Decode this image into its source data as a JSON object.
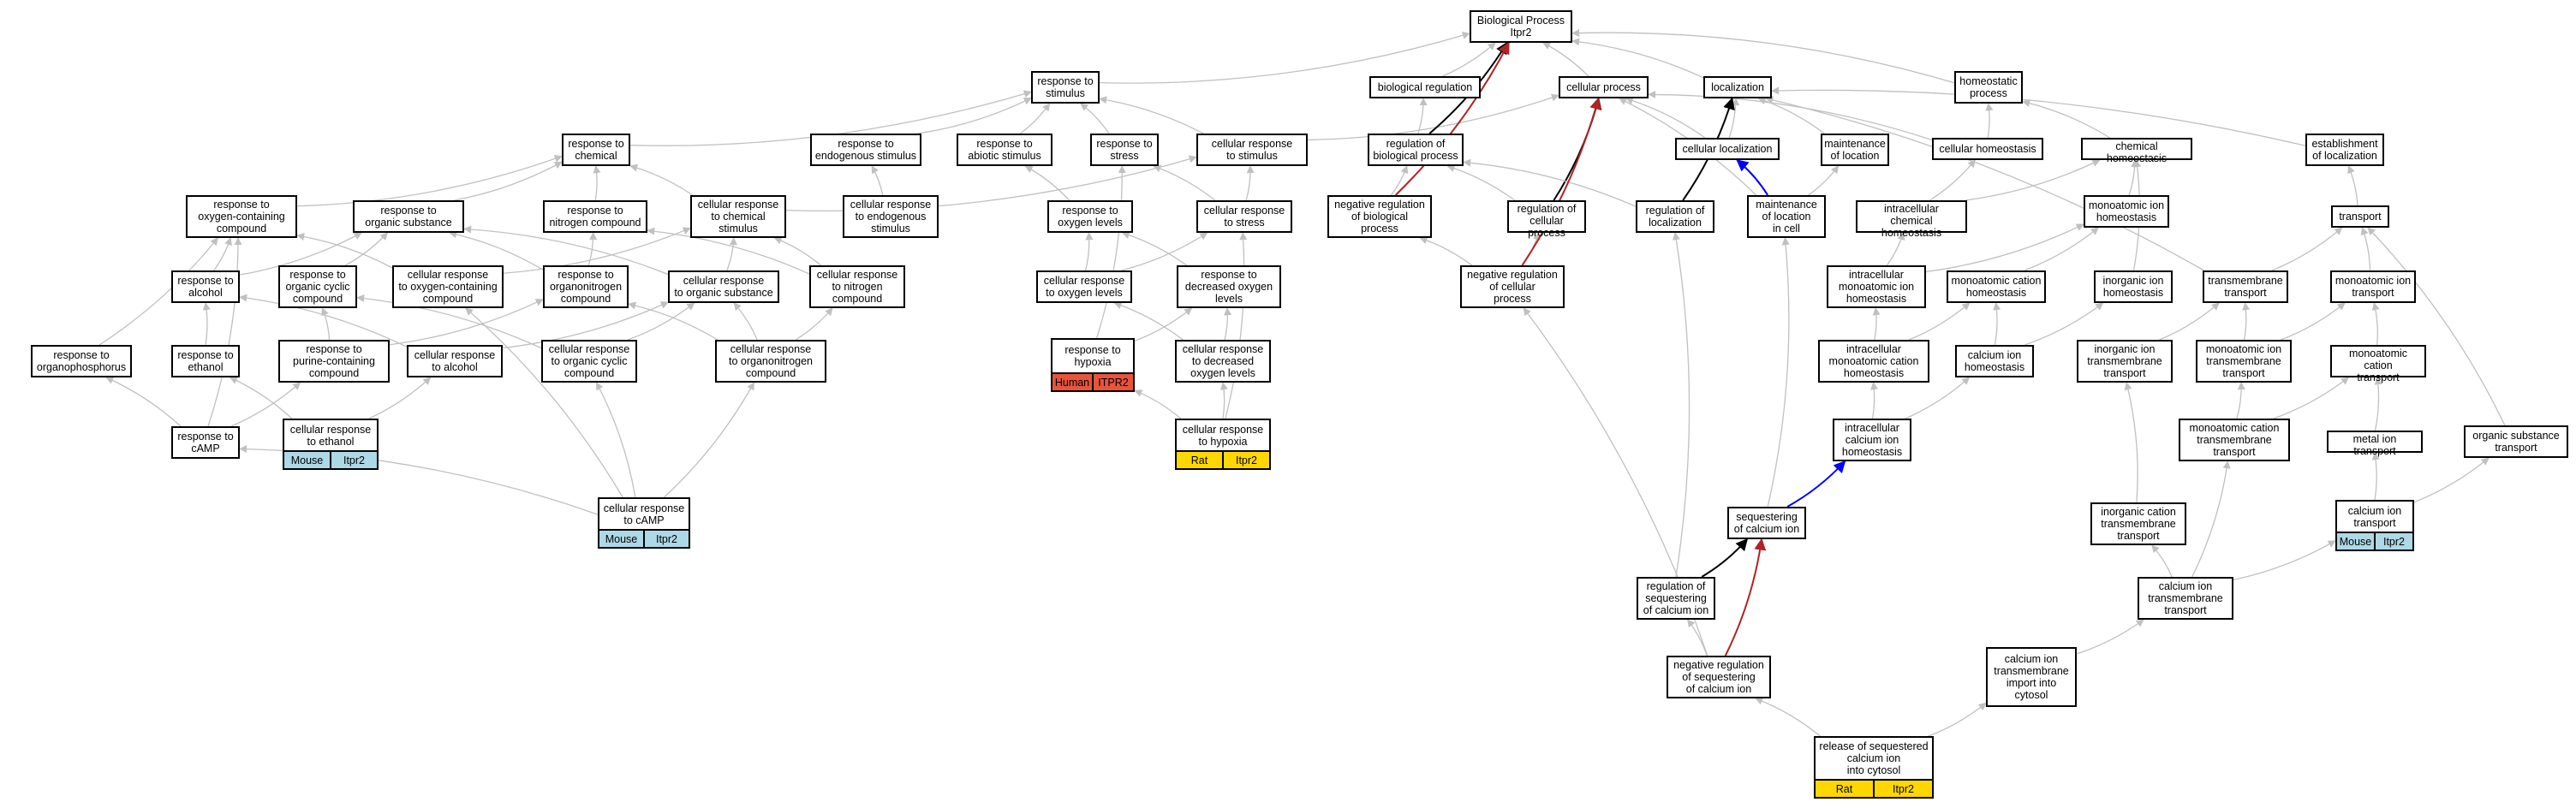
{
  "annotation_colors": {
    "Mouse": "#add8e6",
    "Rat": "#ffd700",
    "Human": "#e8533c"
  },
  "edge_colors": {
    "default": "#c0c0c0",
    "black": "#000000",
    "blue": "#0000ff",
    "red": "#b22222"
  },
  "nodes": [
    {
      "id": "bp",
      "label": "Biological Process\nItpr2"
    },
    {
      "id": "rstim",
      "label": "response to\nstimulus"
    },
    {
      "id": "breg",
      "label": "biological regulation"
    },
    {
      "id": "cproc",
      "label": "cellular process"
    },
    {
      "id": "loc",
      "label": "localization"
    },
    {
      "id": "homeo",
      "label": "homeostatic\nprocess"
    },
    {
      "id": "rchem",
      "label": "response to\nchemical"
    },
    {
      "id": "rendo",
      "label": "response to\nendogenous stimulus"
    },
    {
      "id": "rabio",
      "label": "response to\nabiotic stimulus"
    },
    {
      "id": "rstress",
      "label": "response to\nstress"
    },
    {
      "id": "crstim",
      "label": "cellular response\nto stimulus"
    },
    {
      "id": "regbp",
      "label": "regulation of\nbiological process"
    },
    {
      "id": "cloc",
      "label": "cellular localization"
    },
    {
      "id": "mloc",
      "label": "maintenance\nof location"
    },
    {
      "id": "chomeo",
      "label": "cellular homeostasis"
    },
    {
      "id": "chemhomeo",
      "label": "chemical homeostasis"
    },
    {
      "id": "estloc",
      "label": "establishment\nof localization"
    },
    {
      "id": "roxy",
      "label": "response to\noxygen-containing\ncompound"
    },
    {
      "id": "rorg",
      "label": "response to\norganic substance"
    },
    {
      "id": "rnitro",
      "label": "response to\nnitrogen compound"
    },
    {
      "id": "crchem",
      "label": "cellular response\nto chemical\nstimulus"
    },
    {
      "id": "crendo",
      "label": "cellular response\nto endogenous\nstimulus"
    },
    {
      "id": "roxlev",
      "label": "response to\noxygen levels"
    },
    {
      "id": "crstress",
      "label": "cellular response\nto stress"
    },
    {
      "id": "nregbp",
      "label": "negative regulation\nof biological\nprocess"
    },
    {
      "id": "regcp",
      "label": "regulation of\ncellular process"
    },
    {
      "id": "regloc",
      "label": "regulation of\nlocalization"
    },
    {
      "id": "mloccell",
      "label": "maintenance\nof location\nin cell"
    },
    {
      "id": "icchomeo",
      "label": "intracellular\nchemical homeostasis"
    },
    {
      "id": "maihomeo",
      "label": "monoatomic ion\nhomeostasis"
    },
    {
      "id": "transport",
      "label": "transport"
    },
    {
      "id": "ralc",
      "label": "response to\nalcohol"
    },
    {
      "id": "rocyc",
      "label": "response to\norganic cyclic\ncompound"
    },
    {
      "id": "croxy",
      "label": "cellular response\nto oxygen-containing\ncompound"
    },
    {
      "id": "rorgn",
      "label": "response to\norganonitrogen\ncompound"
    },
    {
      "id": "crorg",
      "label": "cellular response\nto organic substance"
    },
    {
      "id": "crnitro",
      "label": "cellular response\nto nitrogen\ncompound"
    },
    {
      "id": "croxlev",
      "label": "cellular response\nto oxygen levels"
    },
    {
      "id": "rdecox",
      "label": "response to\ndecreased oxygen\nlevels"
    },
    {
      "id": "nregcp",
      "label": "negative regulation\nof cellular\nprocess"
    },
    {
      "id": "imchomeo",
      "label": "intracellular\nmonoatomic ion\nhomeostasis"
    },
    {
      "id": "macathomeo",
      "label": "monoatomic cation\nhomeostasis"
    },
    {
      "id": "inionhomeo",
      "label": "inorganic ion\nhomeostasis"
    },
    {
      "id": "tmtrans",
      "label": "transmembrane\ntransport"
    },
    {
      "id": "maitrans",
      "label": "monoatomic ion\ntransport"
    },
    {
      "id": "rorgphos",
      "label": "response to\norganophosphorus"
    },
    {
      "id": "reth",
      "label": "response to\nethanol"
    },
    {
      "id": "rpur",
      "label": "response to\npurine-containing\ncompound"
    },
    {
      "id": "cralc",
      "label": "cellular response\nto alcohol"
    },
    {
      "id": "crocyc",
      "label": "cellular response\nto organic cyclic\ncompound"
    },
    {
      "id": "crorgn",
      "label": "cellular response\nto organonitrogen\ncompound"
    },
    {
      "id": "rhyp",
      "label": "response to\nhypoxia",
      "tags": [
        "Human",
        "ITPR2"
      ],
      "tag_color": "Human"
    },
    {
      "id": "crdecox",
      "label": "cellular response\nto decreased\noxygen levels"
    },
    {
      "id": "imcathomeo",
      "label": "intracellular\nmonoatomic cation\nhomeostasis"
    },
    {
      "id": "cahomeo",
      "label": "calcium ion\nhomeostasis"
    },
    {
      "id": "inionmt",
      "label": "inorganic ion\ntransmembrane\ntransport"
    },
    {
      "id": "maimt",
      "label": "monoatomic ion\ntransmembrane\ntransport"
    },
    {
      "id": "macattrans",
      "label": "monoatomic cation\ntransport"
    },
    {
      "id": "rcamp",
      "label": "response to\ncAMP"
    },
    {
      "id": "creth",
      "label": "cellular response\nto ethanol",
      "tags": [
        "Mouse",
        "Itpr2"
      ],
      "tag_color": "Mouse"
    },
    {
      "id": "crhyp",
      "label": "cellular response\nto hypoxia",
      "tags": [
        "Rat",
        "Itpr2"
      ],
      "tag_color": "Rat"
    },
    {
      "id": "icahomeo",
      "label": "intracellular\ncalcium ion\nhomeostasis"
    },
    {
      "id": "macatmt",
      "label": "monoatomic cation\ntransmembrane\ntransport"
    },
    {
      "id": "metaltrans",
      "label": "metal ion transport"
    },
    {
      "id": "orgsubtrans",
      "label": "organic substance\ntransport"
    },
    {
      "id": "seqca",
      "label": "sequestering\nof calcium ion"
    },
    {
      "id": "catrans",
      "label": "calcium ion\ntransport",
      "tags": [
        "Mouse",
        "Itpr2"
      ],
      "tag_color": "Mouse"
    },
    {
      "id": "crcamp",
      "label": "cellular response\nto cAMP",
      "tags": [
        "Mouse",
        "Itpr2"
      ],
      "tag_color": "Mouse"
    },
    {
      "id": "incatmt",
      "label": "inorganic cation\ntransmembrane\ntransport"
    },
    {
      "id": "regseq",
      "label": "regulation of\nsequestering\nof calcium ion"
    },
    {
      "id": "camt",
      "label": "calcium ion\ntransmembrane\ntransport"
    },
    {
      "id": "nregseq",
      "label": "negative regulation\nof sequestering\nof calcium ion"
    },
    {
      "id": "caimport",
      "label": "calcium ion\ntransmembrane\nimport into\ncytosol"
    },
    {
      "id": "release",
      "label": "release of sequestered\ncalcium ion\ninto cytosol",
      "tags": [
        "Rat",
        "Itpr2"
      ],
      "tag_color": "Rat"
    }
  ],
  "edges": [
    [
      "rstim",
      "bp"
    ],
    [
      "breg",
      "bp"
    ],
    [
      "cproc",
      "bp"
    ],
    [
      "loc",
      "bp"
    ],
    [
      "homeo",
      "bp"
    ],
    [
      "rchem",
      "rstim"
    ],
    [
      "rendo",
      "rstim"
    ],
    [
      "rabio",
      "rstim"
    ],
    [
      "rstress",
      "rstim"
    ],
    [
      "crstim",
      "rstim"
    ],
    [
      "crstim",
      "cproc"
    ],
    [
      "regbp",
      "breg"
    ],
    [
      "regbp",
      "bp",
      "black"
    ],
    [
      "cloc",
      "cproc"
    ],
    [
      "cloc",
      "loc"
    ],
    [
      "mloc",
      "loc"
    ],
    [
      "chomeo",
      "homeo"
    ],
    [
      "chomeo",
      "cproc"
    ],
    [
      "chemhomeo",
      "homeo"
    ],
    [
      "estloc",
      "loc"
    ],
    [
      "roxy",
      "rchem"
    ],
    [
      "rorg",
      "rchem"
    ],
    [
      "rnitro",
      "rchem"
    ],
    [
      "crchem",
      "rchem"
    ],
    [
      "crchem",
      "crstim"
    ],
    [
      "crendo",
      "rendo"
    ],
    [
      "roxlev",
      "rabio"
    ],
    [
      "crstress",
      "rstress"
    ],
    [
      "crstress",
      "crstim"
    ],
    [
      "nregbp",
      "regbp"
    ],
    [
      "nregbp",
      "bp",
      "red"
    ],
    [
      "regcp",
      "regbp"
    ],
    [
      "regcp",
      "cproc",
      "black"
    ],
    [
      "regloc",
      "regbp"
    ],
    [
      "regloc",
      "loc",
      "black"
    ],
    [
      "mloccell",
      "mloc"
    ],
    [
      "mloccell",
      "cproc"
    ],
    [
      "mloccell",
      "cloc",
      "blue"
    ],
    [
      "icchomeo",
      "chomeo"
    ],
    [
      "icchomeo",
      "chemhomeo"
    ],
    [
      "maihomeo",
      "chemhomeo"
    ],
    [
      "transport",
      "estloc"
    ],
    [
      "ralc",
      "roxy"
    ],
    [
      "ralc",
      "rorg"
    ],
    [
      "rocyc",
      "rorg"
    ],
    [
      "croxy",
      "roxy"
    ],
    [
      "croxy",
      "crchem"
    ],
    [
      "rorgn",
      "rorg"
    ],
    [
      "rorgn",
      "rnitro"
    ],
    [
      "crorg",
      "rorg"
    ],
    [
      "crorg",
      "crchem"
    ],
    [
      "crnitro",
      "rnitro"
    ],
    [
      "crnitro",
      "crchem"
    ],
    [
      "croxlev",
      "roxlev"
    ],
    [
      "croxlev",
      "crstress"
    ],
    [
      "rdecox",
      "roxlev"
    ],
    [
      "nregcp",
      "regcp"
    ],
    [
      "nregcp",
      "nregbp"
    ],
    [
      "nregcp",
      "cproc",
      "red"
    ],
    [
      "imchomeo",
      "icchomeo"
    ],
    [
      "imchomeo",
      "maihomeo"
    ],
    [
      "macathomeo",
      "maihomeo"
    ],
    [
      "inionhomeo",
      "chemhomeo"
    ],
    [
      "tmtrans",
      "transport"
    ],
    [
      "tmtrans",
      "loc"
    ],
    [
      "maitrans",
      "transport"
    ],
    [
      "rorgphos",
      "roxy"
    ],
    [
      "reth",
      "ralc"
    ],
    [
      "rpur",
      "rocyc"
    ],
    [
      "rpur",
      "rorgn"
    ],
    [
      "cralc",
      "ralc"
    ],
    [
      "cralc",
      "crorg"
    ],
    [
      "crocyc",
      "rocyc"
    ],
    [
      "crocyc",
      "crorg"
    ],
    [
      "crorgn",
      "rorgn"
    ],
    [
      "crorgn",
      "crorg"
    ],
    [
      "crorgn",
      "crnitro"
    ],
    [
      "rhyp",
      "rdecox"
    ],
    [
      "rhyp",
      "rstress"
    ],
    [
      "crdecox",
      "rdecox"
    ],
    [
      "crdecox",
      "croxlev"
    ],
    [
      "imcathomeo",
      "imchomeo"
    ],
    [
      "imcathomeo",
      "macathomeo"
    ],
    [
      "cahomeo",
      "macathomeo"
    ],
    [
      "cahomeo",
      "inionhomeo"
    ],
    [
      "inionmt",
      "tmtrans"
    ],
    [
      "maimt",
      "tmtrans"
    ],
    [
      "maimt",
      "maitrans"
    ],
    [
      "macattrans",
      "maitrans"
    ],
    [
      "rcamp",
      "rpur"
    ],
    [
      "rcamp",
      "rorgphos"
    ],
    [
      "rcamp",
      "roxy"
    ],
    [
      "creth",
      "reth"
    ],
    [
      "creth",
      "cralc"
    ],
    [
      "crhyp",
      "rhyp"
    ],
    [
      "crhyp",
      "crdecox"
    ],
    [
      "crhyp",
      "crstress"
    ],
    [
      "icahomeo",
      "imcathomeo"
    ],
    [
      "icahomeo",
      "cahomeo"
    ],
    [
      "macatmt",
      "maimt"
    ],
    [
      "macatmt",
      "macattrans"
    ],
    [
      "metaltrans",
      "macattrans"
    ],
    [
      "orgsubtrans",
      "transport"
    ],
    [
      "seqca",
      "mloccell"
    ],
    [
      "seqca",
      "icahomeo",
      "blue"
    ],
    [
      "catrans",
      "metaltrans"
    ],
    [
      "catrans",
      "orgsubtrans"
    ],
    [
      "crcamp",
      "rcamp"
    ],
    [
      "crcamp",
      "crocyc"
    ],
    [
      "crcamp",
      "crorgn"
    ],
    [
      "crcamp",
      "croxy"
    ],
    [
      "incatmt",
      "inionmt"
    ],
    [
      "regseq",
      "seqca",
      "black"
    ],
    [
      "regseq",
      "regloc"
    ],
    [
      "camt",
      "macatmt"
    ],
    [
      "camt",
      "incatmt"
    ],
    [
      "camt",
      "catrans"
    ],
    [
      "nregseq",
      "regseq"
    ],
    [
      "nregseq",
      "seqca",
      "red"
    ],
    [
      "nregseq",
      "nregcp"
    ],
    [
      "caimport",
      "camt"
    ],
    [
      "release",
      "caimport"
    ],
    [
      "release",
      "nregseq"
    ]
  ]
}
